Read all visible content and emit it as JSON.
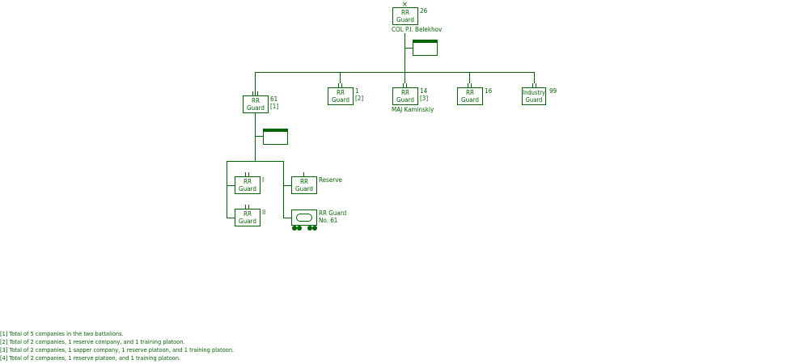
{
  "hq": {
    "symbol_lines": [
      "RR",
      "Guard"
    ],
    "size_mark": "×",
    "number": "26",
    "commander": "COL P.I. Belekhov"
  },
  "subordinates": [
    {
      "symbol_lines": [
        "RR",
        "Guard"
      ],
      "size_mark": "III",
      "number": "61",
      "note": "[1]"
    },
    {
      "symbol_lines": [
        "RR",
        "Guard"
      ],
      "size_mark": "II",
      "number": "1",
      "note": "[2]"
    },
    {
      "symbol_lines": [
        "RR",
        "Guard"
      ],
      "size_mark": "II",
      "number": "14",
      "note": "[3]",
      "commander": "MAJ Kaminskiy"
    },
    {
      "symbol_lines": [
        "RR",
        "Guard"
      ],
      "size_mark": "II",
      "number": "16"
    },
    {
      "symbol_lines": [
        "Industry",
        "Guard"
      ],
      "size_mark": "II",
      "number": "99"
    }
  ],
  "regiment61_units": [
    {
      "symbol_lines": [
        "RR",
        "Guard"
      ],
      "size_mark": "II",
      "label": "I"
    },
    {
      "symbol_lines": [
        "RR",
        "Guard"
      ],
      "size_mark": "II",
      "label": "II"
    },
    {
      "symbol_lines": [
        "RR",
        "Guard"
      ],
      "size_mark": "I",
      "label": "Reserve"
    },
    {
      "label_lines": [
        "RR Guard",
        "No. 61"
      ]
    }
  ],
  "footnotes": [
    "[1] Total of 5 companies in the two battalions.",
    "[2] Total of 2 companies, 1 reserve company, and 1 training platoon.",
    "[3] Total of 2 companies, 1 sapper company, 1 reserve platoon, and 1 training platoon.",
    "[4] Total of 2 companies, 1 reserve platoon, and 1 training platoon."
  ],
  "colors": {
    "line": "#006400",
    "background": "#ffffff"
  }
}
